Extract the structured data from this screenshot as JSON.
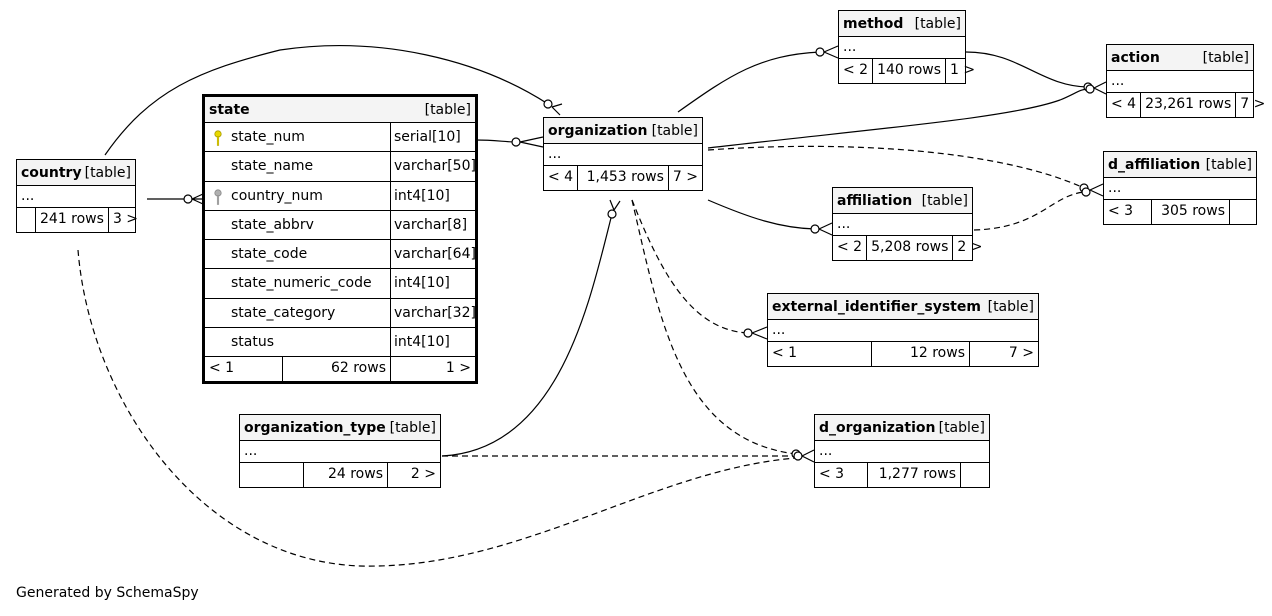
{
  "state": {
    "name": "state",
    "kind": "[table]",
    "columns": [
      {
        "name": "state_num",
        "type": "serial[10]",
        "key": "primary"
      },
      {
        "name": "state_name",
        "type": "varchar[50]",
        "key": ""
      },
      {
        "name": "country_num",
        "type": "int4[10]",
        "key": "foreign"
      },
      {
        "name": "state_abbrv",
        "type": "varchar[8]",
        "key": ""
      },
      {
        "name": "state_code",
        "type": "varchar[64]",
        "key": ""
      },
      {
        "name": "state_numeric_code",
        "type": "int4[10]",
        "key": ""
      },
      {
        "name": "state_category",
        "type": "varchar[32]",
        "key": ""
      },
      {
        "name": "status",
        "type": "int4[10]",
        "key": ""
      }
    ],
    "parents": "< 1",
    "rows": "62 rows",
    "children": "1 >"
  },
  "tables": {
    "country": {
      "name": "country",
      "kind": "[table]",
      "body": "...",
      "parents": "",
      "rows": "241 rows",
      "children": "3 >"
    },
    "organization": {
      "name": "organization",
      "kind": "[table]",
      "body": "...",
      "parents": "< 4",
      "rows": "1,453 rows",
      "children": "7 >"
    },
    "method": {
      "name": "method",
      "kind": "[table]",
      "body": "...",
      "parents": "< 2",
      "rows": "140 rows",
      "children": "1 >"
    },
    "action": {
      "name": "action",
      "kind": "[table]",
      "body": "...",
      "parents": "< 4",
      "rows": "23,261 rows",
      "children": "7 >"
    },
    "d_affiliation": {
      "name": "d_affiliation",
      "kind": "[table]",
      "body": "...",
      "parents": "< 3",
      "rows": "305 rows",
      "children": ""
    },
    "affiliation": {
      "name": "affiliation",
      "kind": "[table]",
      "body": "...",
      "parents": "< 2",
      "rows": "5,208 rows",
      "children": "2 >"
    },
    "external_identifier_system": {
      "name": "external_identifier_system",
      "kind": "[table]",
      "body": "...",
      "parents": "< 1",
      "rows": "12 rows",
      "children": "7 >"
    },
    "organization_type": {
      "name": "organization_type",
      "kind": "[table]",
      "body": "...",
      "parents": "",
      "rows": "24 rows",
      "children": "2 >"
    },
    "d_organization": {
      "name": "d_organization",
      "kind": "[table]",
      "body": "...",
      "parents": "< 3",
      "rows": "1,277 rows",
      "children": ""
    }
  },
  "footer": "Generated by SchemaSpy",
  "colors": {
    "header_bg": "#f4f4f4",
    "primary_key": "#e8d800",
    "foreign_key": "#b0b0b0"
  }
}
